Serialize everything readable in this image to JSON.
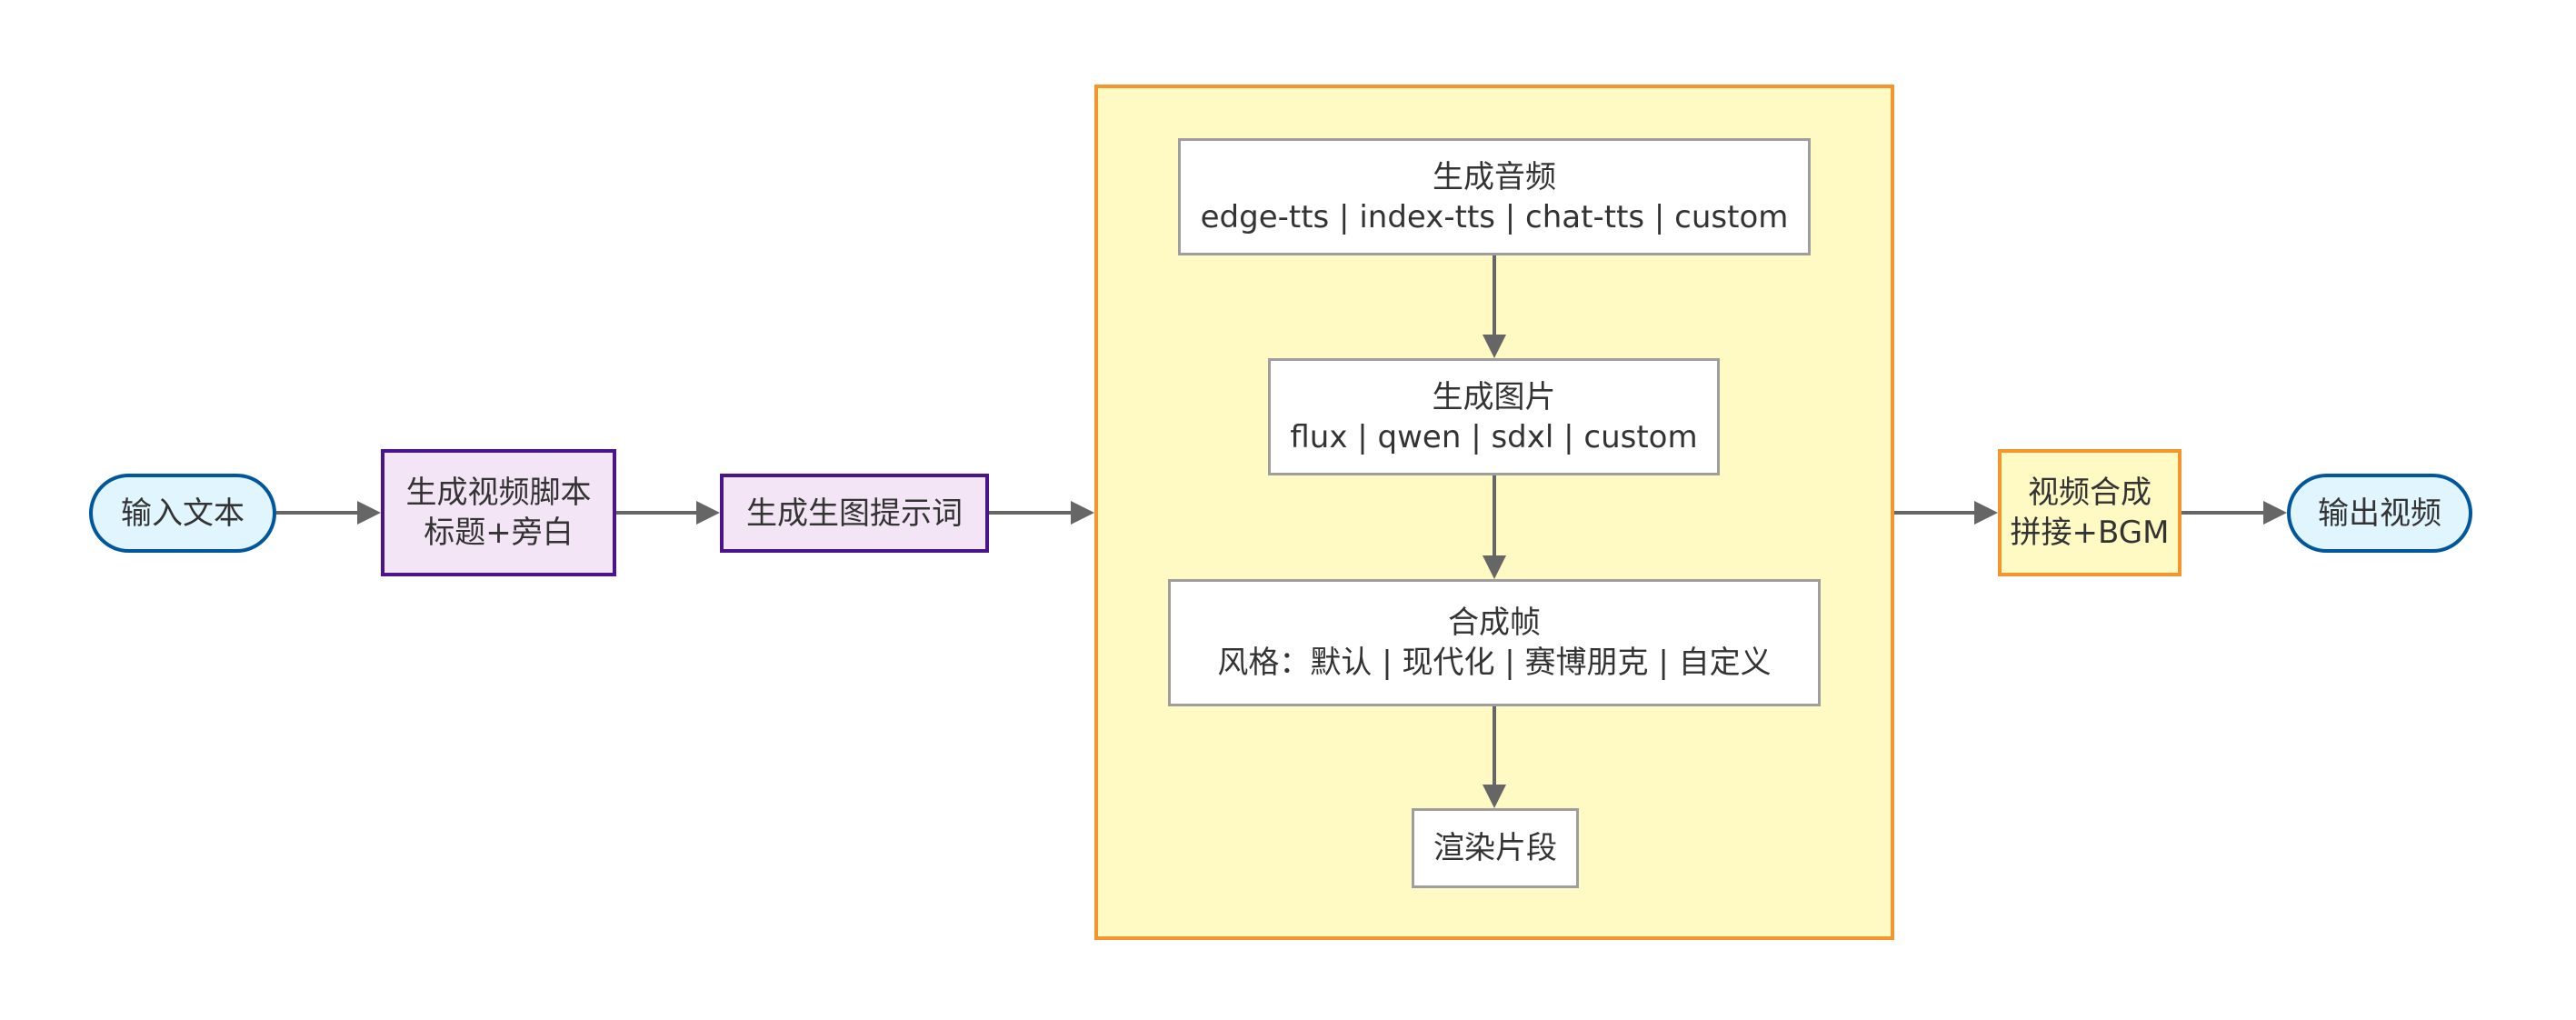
{
  "nodes": {
    "input_text": {
      "label": "输入文本"
    },
    "generate_script": {
      "title": "生成视频脚本",
      "detail": "标题+旁白"
    },
    "generate_prompts": {
      "label": "生成生图提示词"
    },
    "generate_audio": {
      "title": "生成音频",
      "detail": "edge-tts | index-tts | chat-tts | custom"
    },
    "generate_images": {
      "title": "生成图片",
      "detail": "flux | qwen | sdxl | custom"
    },
    "compose_frames": {
      "title": "合成帧",
      "detail": "风格：默认 | 现代化 | 赛博朋克 | 自定义"
    },
    "render_clips": {
      "label": "渲染片段"
    },
    "compose_video": {
      "title": "视频合成",
      "detail": "拼接+BGM"
    },
    "output_video": {
      "label": "输出视频"
    }
  },
  "colors": {
    "text": "#333333",
    "edge": "#666666",
    "io_fill": "#e1f5fe",
    "io_stroke": "#01579b",
    "text_fill": "#f3e5f5",
    "text_stroke": "#4a148c",
    "stage_fill": "#fff9c4",
    "stage_stroke": "#f5962d",
    "inner_fill": "#ffffff",
    "inner_stroke": "#9e9e9e"
  }
}
